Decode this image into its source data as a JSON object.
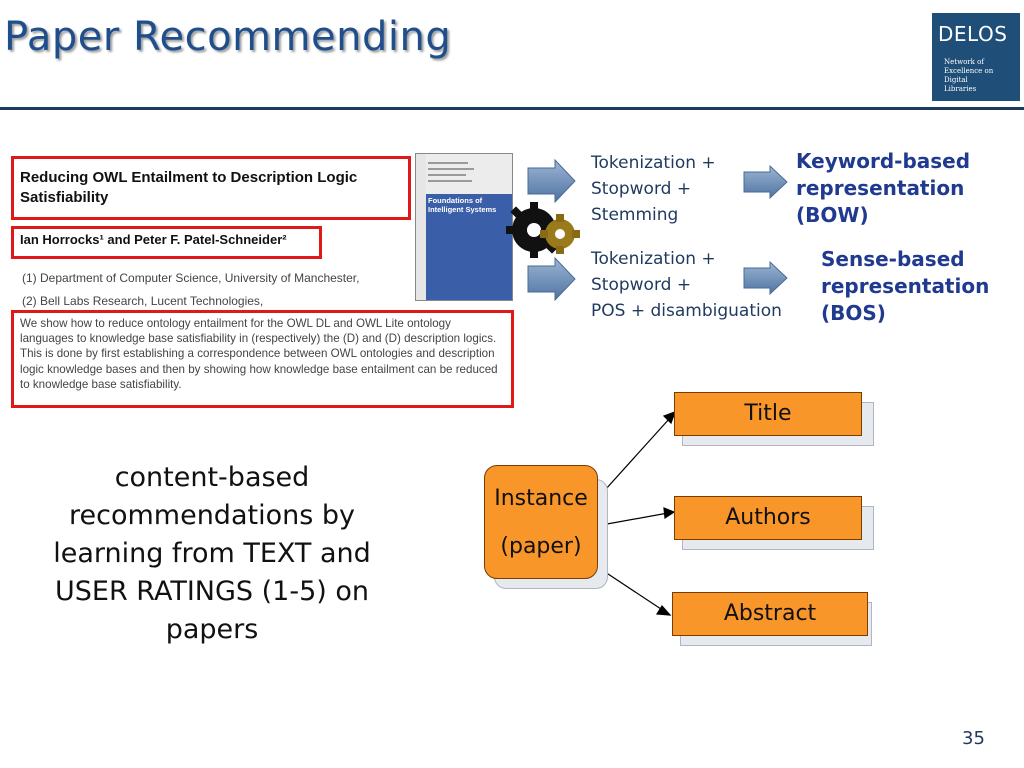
{
  "slide": {
    "title": "Paper Recommending",
    "page_number": "35"
  },
  "logo": {
    "word": "DELOS",
    "lines": [
      "Network of",
      "Excellence on",
      "Digital",
      "Libraries"
    ]
  },
  "paper": {
    "title": "Reducing OWL Entailment to Description Logic Satisfiability",
    "authors": "Ian Horrocks¹ and Peter F. Patel-Schneider²",
    "affiliations": [
      "(1)  Department of Computer Science, University of Manchester,",
      "(2)  Bell Labs Research, Lucent Technologies,"
    ],
    "abstract": "We show how to reduce ontology entailment for the OWL DL and OWL Lite ontology languages to knowledge base satisfiability in (respectively) the (D) and (D) description logics. This is done by first establishing a correspondence between OWL ontologies and description logic knowledge bases and then by showing how knowledge base entailment can be reduced to knowledge base satisfiability."
  },
  "book": {
    "title": "Foundations of Intelligent Systems"
  },
  "pipeline": [
    {
      "steps": [
        "Tokenization +",
        "Stopword +",
        "Stemming"
      ],
      "output": [
        "Keyword-based",
        "representation",
        "(BOW)"
      ]
    },
    {
      "steps": [
        "Tokenization +",
        "Stopword +",
        "POS + disambiguation"
      ],
      "output": [
        "Sense-based",
        "representation",
        "(BOS)"
      ]
    }
  ],
  "caption": "content-based recommendations by learning from TEXT and USER RATINGS (1-5) on papers",
  "diagram": {
    "root": [
      "Instance",
      "(paper)"
    ],
    "children": [
      "Title",
      "Authors",
      "Abstract"
    ]
  },
  "colors": {
    "title_blue": "#1f4e8c",
    "box_orange": "#f8962a",
    "highlight_red": "#e01818",
    "arrow_steel": "#6f8fb5"
  }
}
